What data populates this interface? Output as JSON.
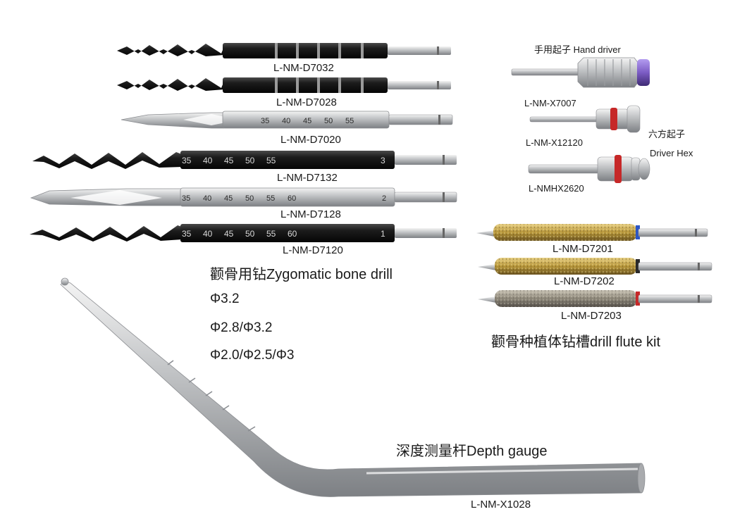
{
  "drills": [
    {
      "code": "L-NM-D7032",
      "marks": [
        "",
        "",
        "",
        "",
        ""
      ]
    },
    {
      "code": "L-NM-D7028",
      "marks": [
        "",
        "",
        "",
        "",
        ""
      ]
    },
    {
      "code": "L-NM-D7020",
      "marks": [
        "35",
        "40",
        "45",
        "50",
        "55"
      ]
    },
    {
      "code": "L-NM-D7132",
      "marks": [
        "35",
        "40",
        "45",
        "50",
        "55",
        "3"
      ]
    },
    {
      "code": "L-NM-D7128",
      "marks": [
        "35",
        "40",
        "45",
        "50",
        "55",
        "60",
        "2"
      ]
    },
    {
      "code": "L-NM-D7120",
      "marks": [
        "35",
        "40",
        "45",
        "50",
        "55",
        "60",
        "1"
      ]
    }
  ],
  "zygomatic": {
    "title": "颧骨用钻Zygomatic bone drill",
    "specs": [
      "Φ3.2",
      "Φ2.8/Φ3.2",
      "Φ2.0/Φ2.5/Φ3"
    ]
  },
  "drivers": {
    "hand_driver": "手用起子 Hand driver",
    "hex_cn": "六方起子",
    "hex_en": "Driver Hex",
    "codes": [
      "L-NM-X7007",
      "L-NM-X12120",
      "L-NMHX2620"
    ]
  },
  "flute_kit": {
    "codes": [
      "L-NM-D7201",
      "L-NM-D7202",
      "L-NM-D7203"
    ],
    "title": "颧骨种植体钻槽drill flute kit",
    "band_colors": [
      "#2c56c4",
      "#2a2a2a",
      "#c62828"
    ]
  },
  "depth_gauge": {
    "title": "深度测量杆Depth gauge",
    "code": "L-NM-X1028"
  },
  "colors": {
    "black_shaft": "#1c1c1c",
    "silver": "#c4c6c8",
    "gold": "#b8973a",
    "purple_cap": "#7c5cc4",
    "red_ring": "#c62828"
  }
}
